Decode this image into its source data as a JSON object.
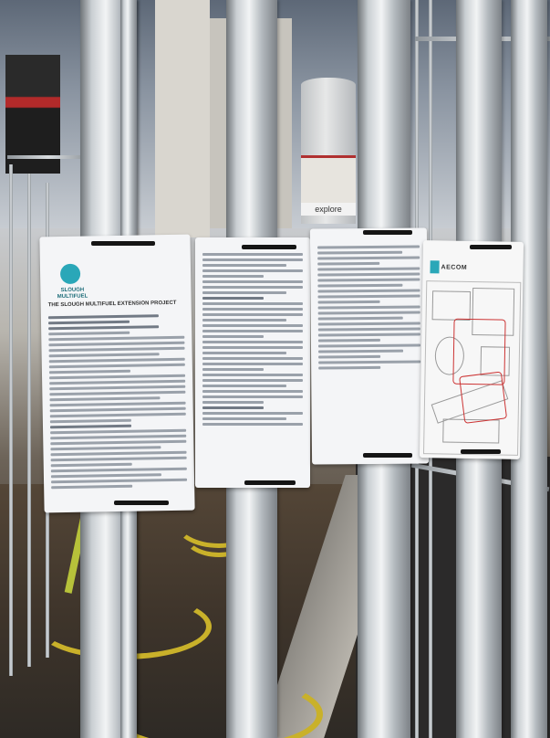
{
  "scene": {
    "description_colors": {
      "sky": "#8a94a1",
      "fence": "#c9ced2",
      "paper": "#f4f5f7",
      "strap": "#151515",
      "hose": "#c9b12a",
      "map_line": "#cc3333",
      "logo": "#2aa7b8"
    }
  },
  "notices": [
    {
      "logo_text": "SLOUGH MULTIFUEL",
      "title": "THE SLOUGH MULTIFUEL EXTENSION PROJECT"
    },
    {},
    {},
    {
      "brand": "AECOM"
    }
  ],
  "signage": {
    "banner": "explore"
  }
}
